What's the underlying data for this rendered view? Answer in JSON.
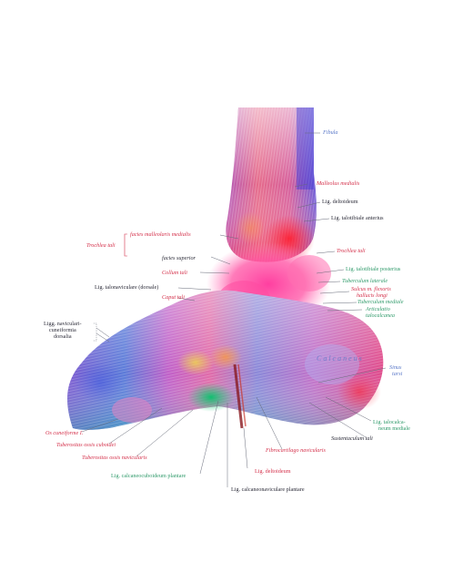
{
  "colors": {
    "blue": "#5a78c8",
    "red": "#d4304a",
    "green": "#2f9a6a",
    "dark": "#2b2b38"
  },
  "labels": {
    "fibula": "Fibula",
    "malleolus_medialis": "Malleolus medialis",
    "lig_deltoideum_top": "Lig. deltoideum",
    "lig_talotibiale_anterius": "Lig. talotibiale anterius",
    "facies_malleolaris_medialis": "facies malleolaris medialis",
    "trochlea_tali_left": "Trochlea tali",
    "trochlea_tali_right": "Trochlea tali",
    "facies_superior": "facies superior",
    "lig_talotibiale_posterius": "Lig. talotibiale posterius",
    "collum_tali": "Collum tali",
    "tuberculum_laterale": "Tuberculum laterale",
    "lig_talonaviculare": "Lig. talonaviculare (dorsale)",
    "sulcus_flexoris_1": "Sulcus m. flexoris",
    "sulcus_flexoris_2": "hallucis longi",
    "tuberculum_mediale": "Tuberculum mediale",
    "caput_tali": "Caput tali",
    "articulatio_1": "Articulatio",
    "articulatio_2": "talocalcanea",
    "ligg_navicularicuneiformia_1": "Ligg. naviculari-",
    "ligg_navicularicuneiformia_2": "cuneiformia",
    "ligg_navicularicuneiformia_3": "dorsalia",
    "calcaneus": "Calcaneus",
    "sinus_tarsi_1": "Sinus",
    "sinus_tarsi_2": "tarsi",
    "lig_talocalcaneum_1": "Lig. talocalca-",
    "lig_talocalcaneum_2": "neum mediale",
    "sustentaculum_tali": "Sustentaculum tali",
    "os_cuneiforme": "Os cuneiforme I.",
    "tuberositas_ossis_cuboidei": "Tuberositas ossis cuboidei",
    "tuberositas_ossis_navicularis": "Tuberositas ossis navicularis",
    "fibrocartilago_navicularis": "Fibrocartilago navicularis",
    "lig_calcaneocuboideum": "Lig. calcaneocuboideum plantare",
    "lig_deltoideum_bottom": "Lig. deltoideum",
    "lig_calcaneonaviculare": "Lig. calcaneonaviculare plantare"
  }
}
